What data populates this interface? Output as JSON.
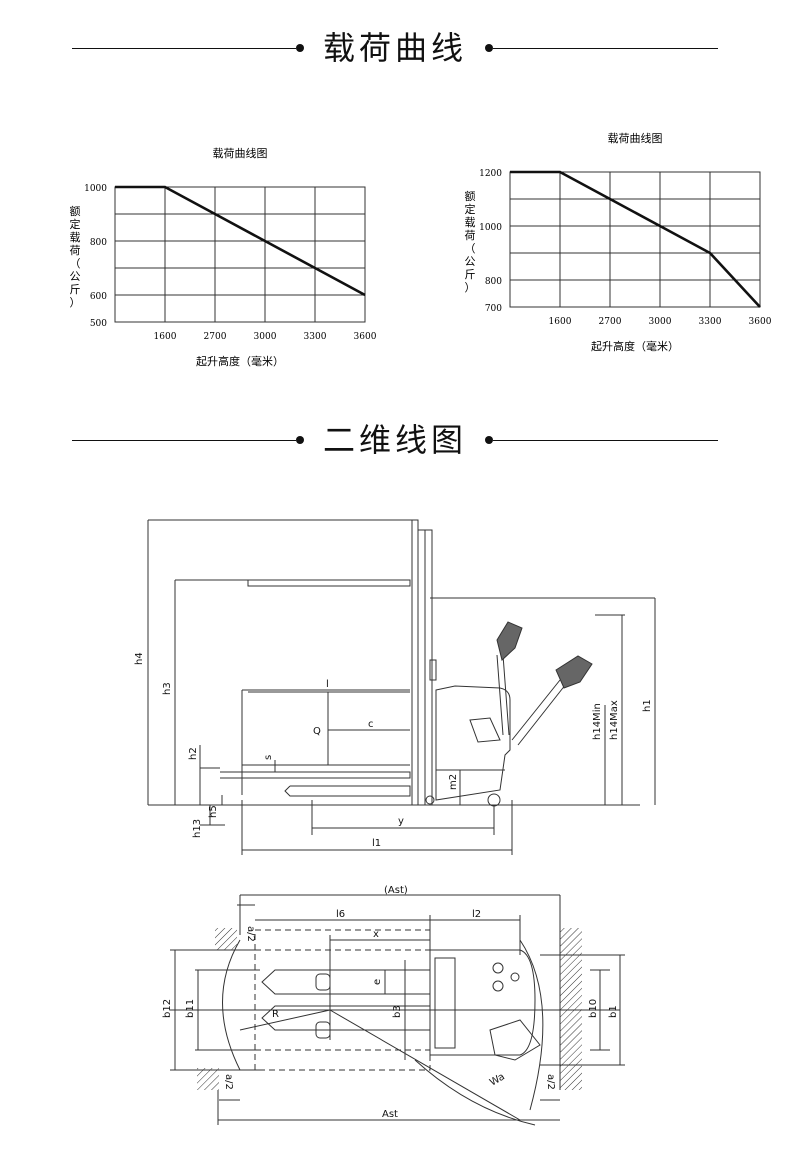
{
  "sections": {
    "load_curve_title": "载荷曲线",
    "drawing_title": "二维线图"
  },
  "chart_data": [
    {
      "type": "line",
      "title": "载荷曲线图",
      "xlabel": "起升高度（毫米）",
      "ylabel": "额定载荷（公斤）",
      "x_ticks": [
        "1600",
        "2700",
        "3000",
        "3300",
        "3600"
      ],
      "y_ticks": [
        "1000",
        "800",
        "600",
        "500"
      ],
      "y_tick_values": [
        1000,
        800,
        600,
        500
      ],
      "x": [
        1600,
        2700,
        3000,
        3300,
        3600
      ],
      "series": [
        {
          "values": [
            1000,
            900,
            800,
            700,
            600
          ]
        }
      ],
      "ylim": [
        500,
        1000
      ],
      "grid": true
    },
    {
      "type": "line",
      "title": "载荷曲线图",
      "xlabel": "起升高度（毫米）",
      "ylabel": "额定载荷（公斤）",
      "x_ticks": [
        "1600",
        "2700",
        "3000",
        "3300",
        "3600"
      ],
      "y_ticks": [
        "1200",
        "1000",
        "800",
        "700"
      ],
      "y_tick_values": [
        1200,
        1000,
        800,
        700
      ],
      "x": [
        1600,
        2700,
        3000,
        3300,
        3600
      ],
      "series": [
        {
          "values": [
            1200,
            1100,
            1000,
            900,
            700
          ]
        }
      ],
      "ylim": [
        700,
        1200
      ],
      "grid": true
    }
  ],
  "side_view": {
    "labels": {
      "h4": "h4",
      "h3": "h3",
      "h2": "h2",
      "h13": "h13",
      "h5": "h5",
      "s": "s",
      "l": "l",
      "Q": "Q",
      "c": "c",
      "m2": "m2",
      "y": "y",
      "l1": "l1",
      "h14min": "h14Min",
      "h14max": "h14Max",
      "h1": "h1"
    }
  },
  "top_view": {
    "labels": {
      "ast_top": "(Ast)",
      "ast_bottom": "Ast",
      "l6": "l6",
      "l2": "l2",
      "x": "x",
      "e": "e",
      "b12": "b12",
      "b11": "b11",
      "b3": "b3",
      "R": "R",
      "b10": "b10",
      "b1": "b1",
      "Wa": "Wa",
      "a_half": "a/2"
    }
  }
}
